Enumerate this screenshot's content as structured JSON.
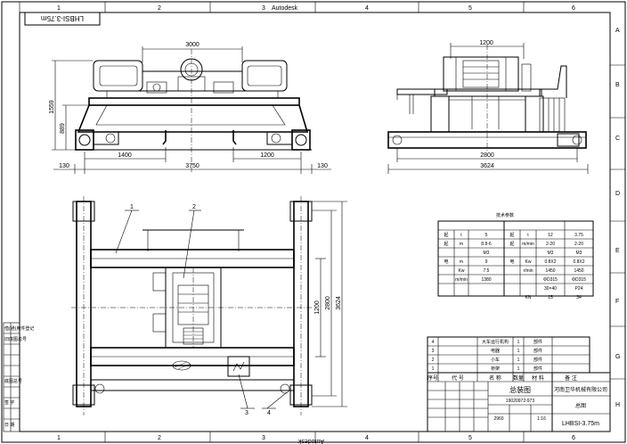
{
  "frame": {
    "columns": [
      "1",
      "2",
      "3",
      "4",
      "5",
      "6"
    ],
    "rows": [
      "A",
      "B",
      "C",
      "D",
      "E",
      "F",
      "G",
      "H"
    ],
    "watermark": "Autodesk",
    "title_tab": "LHBSI-3.75m"
  },
  "side_view": {
    "dims": {
      "top_width": "3000",
      "height_total": "1559",
      "height_girder": "889",
      "left_offset": "1400",
      "right_offset": "1200",
      "span": "3750",
      "end_left": "130",
      "end_right": "130"
    }
  },
  "end_view": {
    "dims": {
      "top_width": "1200",
      "wheel_base": "2800",
      "overall": "3624"
    }
  },
  "plan_view": {
    "dims": {
      "inner": "1200",
      "middle": "2800",
      "outer": "3624"
    },
    "callouts": [
      "1",
      "2",
      "3",
      "4"
    ]
  },
  "spec_table": {
    "title": "技术参数",
    "rows": [
      [
        "起",
        "t",
        "5",
        "起",
        "t",
        "12",
        "3.75"
      ],
      [
        "起",
        "m",
        "8.8-6",
        "起",
        "m/min",
        "2-20",
        "2-20"
      ],
      [
        "",
        "",
        "M3",
        "",
        "",
        "M3",
        "M3"
      ],
      [
        "电",
        "m",
        "9",
        "电",
        "Kw",
        "0.8X2",
        "0.8X2"
      ],
      [
        "",
        "Kw",
        "7.5",
        "",
        "r/min",
        "1450",
        "1450"
      ],
      [
        "",
        "m/min",
        "1380",
        "",
        "",
        "ΦD315",
        "ΦD315"
      ],
      [
        "",
        "",
        "",
        "",
        "",
        "30×40",
        "P24"
      ],
      [
        "",
        "",
        "",
        "",
        "KN",
        "15",
        "34"
      ]
    ]
  },
  "parts_list": {
    "rows": [
      {
        "no": "4",
        "name": "大车运行机构",
        "qty": "1",
        "note": "部件"
      },
      {
        "no": "3",
        "name": "电器",
        "qty": "1",
        "note": "部件"
      },
      {
        "no": "2",
        "name": "小车",
        "qty": "1",
        "note": "部件"
      },
      {
        "no": "1",
        "name": "桥架",
        "qty": "1",
        "note": "部件"
      }
    ],
    "headers": {
      "no": "序号",
      "code": "代 号",
      "name": "名 称",
      "qty": "数量",
      "material": "材 料",
      "note": "备 注"
    }
  },
  "title_block": {
    "drawing_title": "总装图",
    "drawing_number": "19020972-973",
    "company": "河南卫华机械有限公司",
    "name_main": "总图",
    "model": "LHBSI-3.75m",
    "scale": "1:16",
    "weight": "2960"
  },
  "left_margin_labels": [
    "借(通)用件登记",
    "旧底图总号",
    "底图总号",
    "签 字",
    "日 期"
  ],
  "colors": {
    "ink": "#000000",
    "paper": "#ffffff"
  }
}
